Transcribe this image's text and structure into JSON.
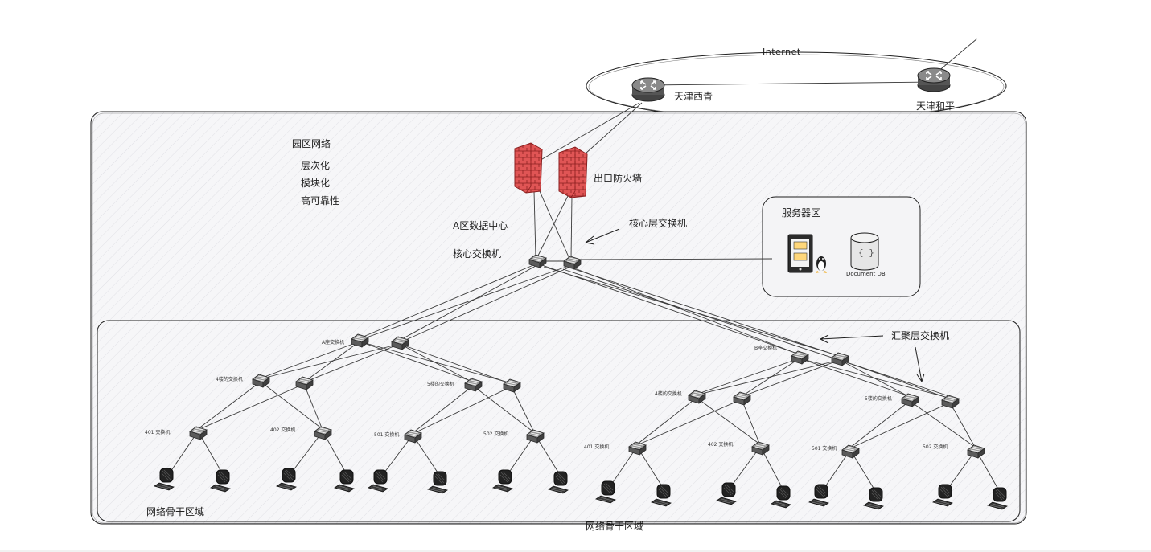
{
  "internet": {
    "label": "Internet"
  },
  "routers": [
    {
      "label": "天津西青"
    },
    {
      "label": "天津和平"
    }
  ],
  "campus": {
    "title": "园区网络",
    "features": [
      "层次化",
      "模块化",
      "高可靠性"
    ]
  },
  "firewall": {
    "label": "出口防火墙"
  },
  "datacenter": {
    "label": "A区数据中心"
  },
  "core": {
    "label": "核心交换机",
    "arrow_label": "核心层交换机"
  },
  "server_zone": {
    "title": "服务器区",
    "db_label": "Document DB",
    "db_glyph": "{ }"
  },
  "aggregation": {
    "arrow_label": "汇聚层交换机"
  },
  "buildings": {
    "a": {
      "label": "A座交换机"
    },
    "b": {
      "label": "B座交换机"
    }
  },
  "floors": {
    "f4": "4楼的交换机",
    "f5": "5楼的交换机"
  },
  "access": {
    "s401": "401 交换机",
    "s402": "402 交换机",
    "s501": "501 交换机",
    "s502": "502 交换机"
  },
  "backbone": {
    "inner_label": "网络骨干区域",
    "outer_label": "网络骨干区域"
  },
  "colors": {
    "stroke": "#1e1e1e",
    "firewall": "#d9393a",
    "zone_fill": "#f5f5f7",
    "device": "#5b5b5b"
  },
  "icons": [
    "router-icon",
    "firewall-icon",
    "switch-icon",
    "server-icon",
    "linux-icon",
    "database-icon",
    "computer-icon"
  ]
}
